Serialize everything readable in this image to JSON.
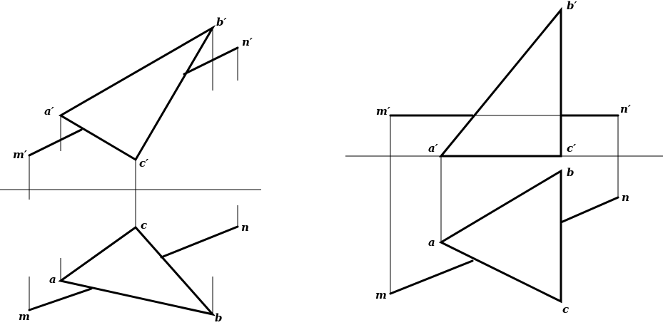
{
  "figures": {
    "left": {
      "labels": {
        "a_prime": "a′",
        "b_prime": "b′",
        "c_prime": "c′",
        "m_prime": "m′",
        "n_prime": "n′",
        "a": "a",
        "b": "b",
        "c": "c",
        "m": "m",
        "n": "n"
      }
    },
    "right": {
      "labels": {
        "a_prime": "a′",
        "b_prime": "b′",
        "c_prime": "c′",
        "m_prime": "m′",
        "n_prime": "n′",
        "a": "a",
        "b": "b",
        "c": "c",
        "m": "m",
        "n": "n"
      }
    }
  }
}
